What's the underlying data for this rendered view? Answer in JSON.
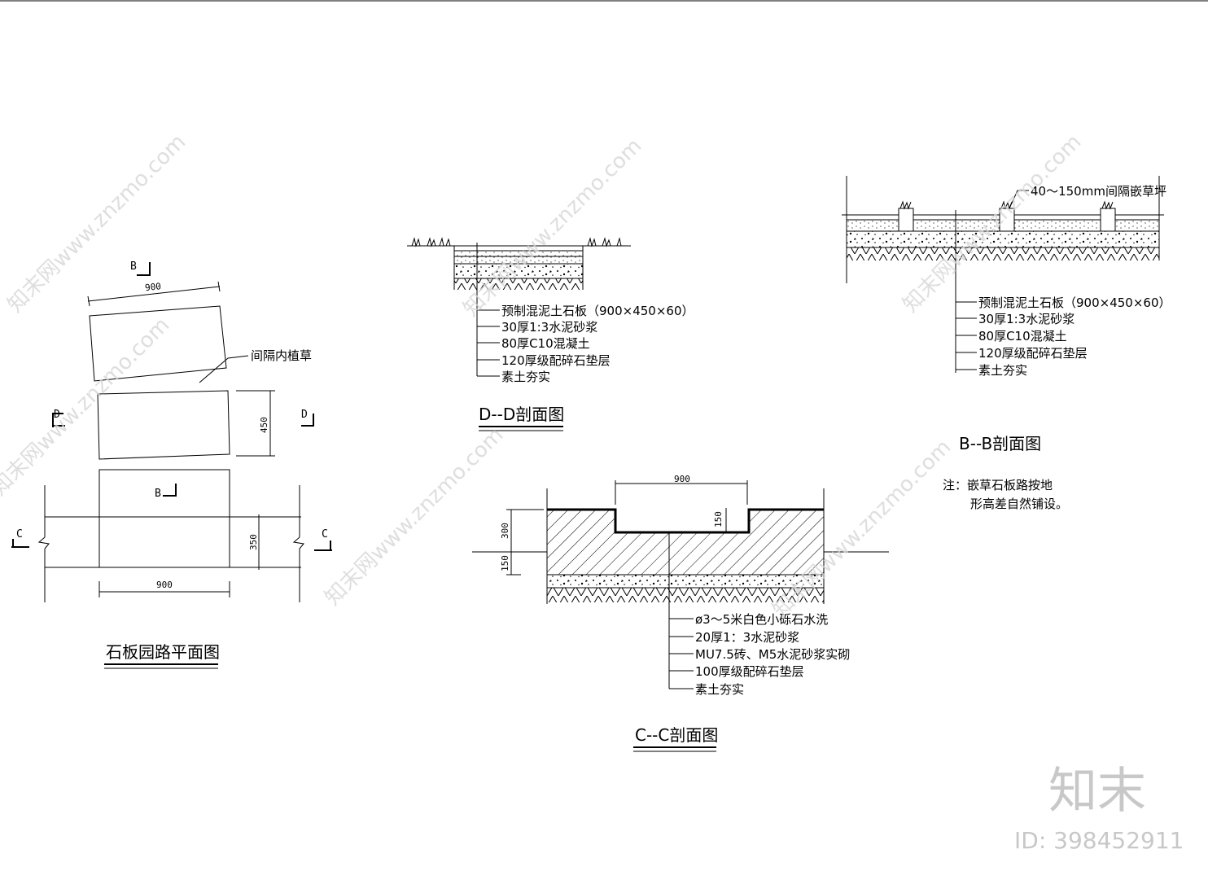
{
  "plan": {
    "title": "石板园路平面图",
    "dim_top": "900",
    "dim_bottom": "900",
    "dim_450": "450",
    "dim_350": "350",
    "note": "间隔内植草",
    "marks": {
      "b": "B",
      "d": "D",
      "c": "C"
    }
  },
  "section_dd": {
    "title": "D--D剖面图",
    "layers": [
      "预制混泥土石板（900×450×60）",
      "30厚1:3水泥砂浆",
      "80厚C10混凝土",
      "120厚级配碎石垫层",
      "素土夯实"
    ]
  },
  "section_bb": {
    "title": "B--B剖面图",
    "top_note": "40～150mm间隔嵌草坪",
    "layers": [
      "预制混泥土石板（900×450×60）",
      "30厚1:3水泥砂浆",
      "80厚C10混凝土",
      "120厚级配碎石垫层",
      "素土夯实"
    ],
    "note_line1": "注：嵌草石板路按地",
    "note_line2": "形高差自然铺设。"
  },
  "section_cc": {
    "title": "C--C剖面图",
    "dim_900": "900",
    "dim_150_inner": "150",
    "dim_300": "300",
    "dim_150_left": "150",
    "layers": [
      "ø3～5米白色小砾石水洗",
      "20厚1：3水泥砂浆",
      "MU7.5砖、M5水泥砂浆实砌",
      "100厚级配碎石垫层",
      "素土夯实"
    ]
  },
  "watermark": {
    "brand": "知末",
    "id": "ID: 398452911",
    "site": "知末网www.znzmo.com"
  }
}
